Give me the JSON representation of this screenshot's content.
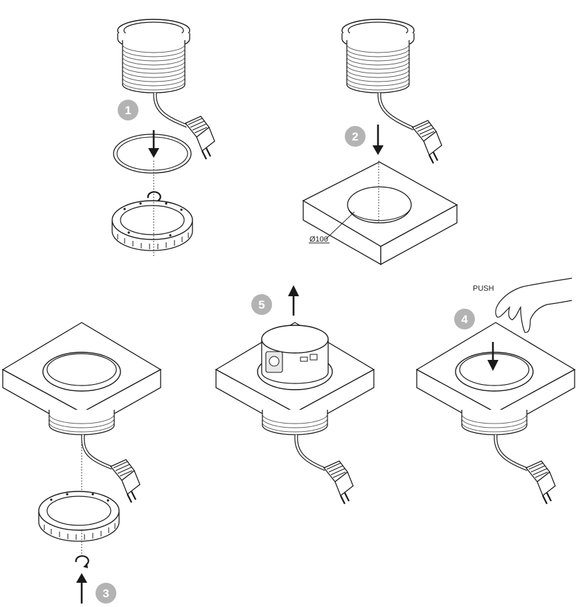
{
  "diagram": {
    "steps": [
      {
        "id": "1",
        "label": "1"
      },
      {
        "id": "2",
        "label": "2"
      },
      {
        "id": "3",
        "label": "3"
      },
      {
        "id": "4",
        "label": "4"
      },
      {
        "id": "5",
        "label": "5"
      }
    ],
    "hole_diameter_label": "Ø100",
    "push_label": "PUSH"
  },
  "colors": {
    "badge": "#b3b3b3",
    "line": "#1a1a1a"
  }
}
